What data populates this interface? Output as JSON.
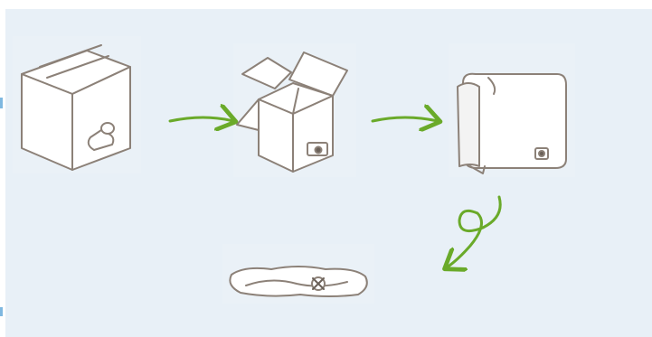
{
  "diagram": {
    "steps": [
      {
        "id": "sealed-box"
      },
      {
        "id": "open-box"
      },
      {
        "id": "bag-in-box"
      },
      {
        "id": "empty-bag"
      }
    ],
    "colors": {
      "background": "#e8f0f7",
      "sketch_stroke": "#8c8178",
      "box_fill": "#ffffff",
      "arrow": "#6aaa2a"
    }
  }
}
